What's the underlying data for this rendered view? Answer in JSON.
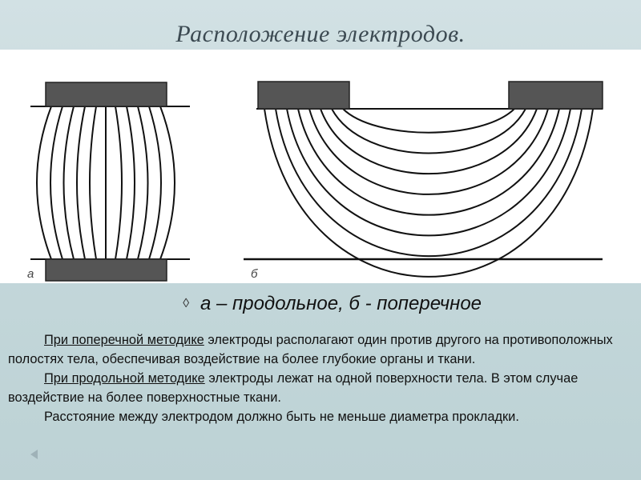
{
  "slide": {
    "title": "Расположение электродов.",
    "figure": {
      "label_a": "а",
      "label_b": "б"
    },
    "caption": "а – продольное, б -  поперечное",
    "paragraphs": [
      {
        "lead": "При поперечной методике",
        "rest": " электроды располагают один против другого на противоположных полостях тела, обеспечивая воздействие на более глубокие органы и ткани."
      },
      {
        "lead": "При продольной методике",
        "rest": " электроды лежат на одной поверхности тела. В этом случае воздействие на более поверхностные ткани."
      },
      {
        "lead": "",
        "rest": "Расстояние между электродом должно быть не меньше диаметра прокладки."
      }
    ]
  }
}
